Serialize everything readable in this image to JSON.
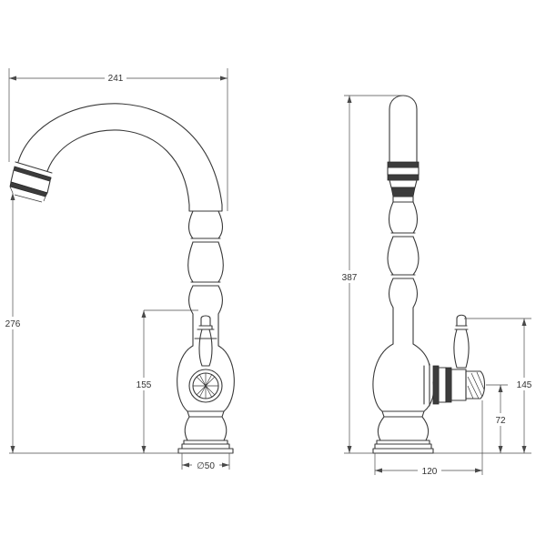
{
  "dimensions": {
    "front_width": "241",
    "front_height": "276",
    "front_handle_height": "155",
    "front_base_diameter": "∅50",
    "side_height": "387",
    "side_handle_height": "145",
    "side_outlet_height": "72",
    "side_depth": "120"
  },
  "colors": {
    "line": "#3a3a3a",
    "dimension_line": "#4a4a4a",
    "background": "#ffffff"
  }
}
